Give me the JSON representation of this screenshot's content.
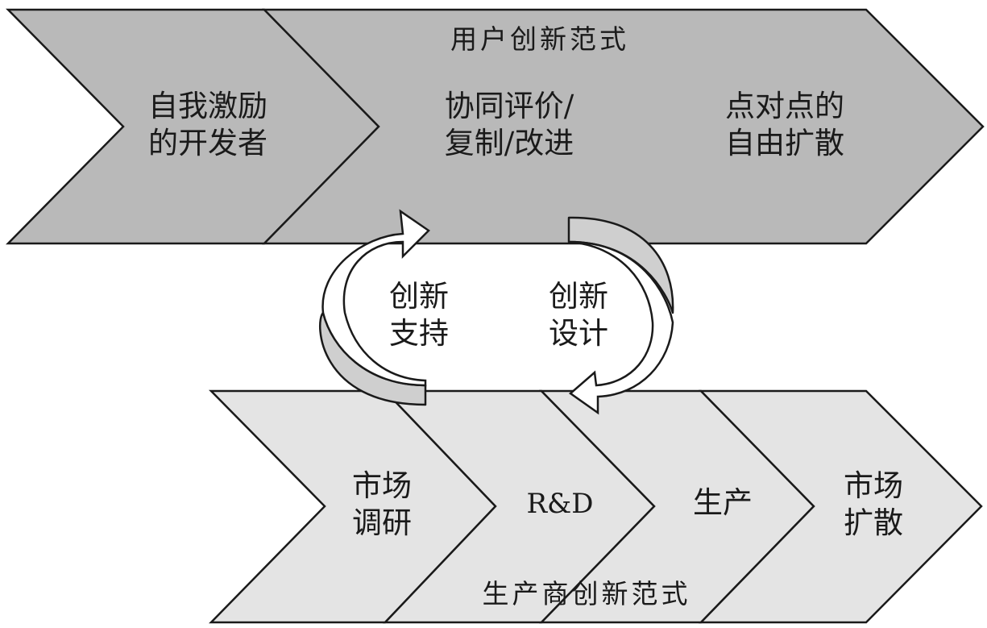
{
  "user_paradigm": {
    "title": "用户创新范式",
    "steps": [
      {
        "line1": "自我激励",
        "line2": "的开发者"
      },
      {
        "line1": "协同评价/",
        "line2": "复制/改进"
      },
      {
        "line1": "点对点的",
        "line2": "自由扩散"
      }
    ]
  },
  "producer_paradigm": {
    "title": "生产商创新范式",
    "steps": [
      {
        "line1": "市场",
        "line2": "调研"
      },
      {
        "line1": "R&D"
      },
      {
        "line1": "生产"
      },
      {
        "line1": "市场",
        "line2": "扩散"
      }
    ]
  },
  "links": {
    "left": {
      "line1": "创新",
      "line2": "支持"
    },
    "right": {
      "line1": "创新",
      "line2": "设计"
    }
  },
  "colors": {
    "top_fill": "#b9b9b9",
    "bottom_fill": "#e4e4e4",
    "arrow_face": "#ffffff",
    "arrow_shade": "#cfcfcf",
    "stroke": "#1a1a1a"
  }
}
